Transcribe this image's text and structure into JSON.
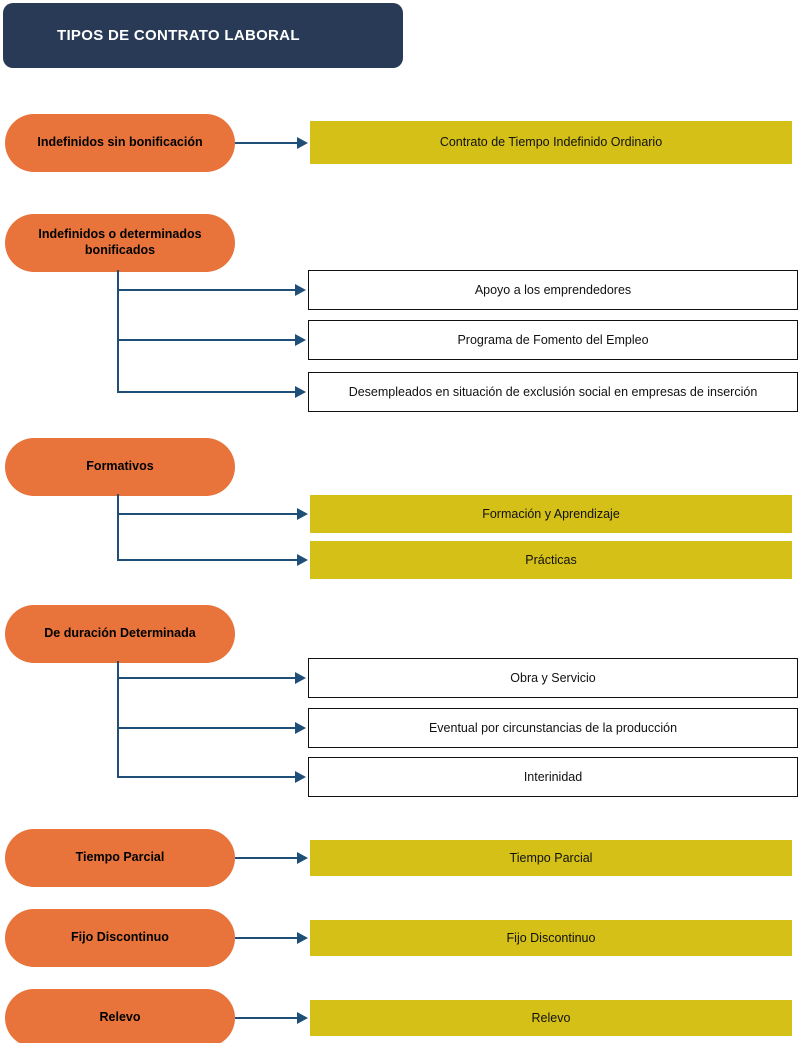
{
  "title": {
    "text": "TIPOS DE CONTRATO LABORAL"
  },
  "colors": {
    "title_background": "#293a56",
    "title_text": "#ffffff",
    "pill_background": "#e8743b",
    "pill_text": "#000000",
    "bar_yellow": "#d4c017",
    "bar_white": "#ffffff",
    "box_border": "#111111",
    "connector": "#1f4e79",
    "page_background": "#ffffff"
  },
  "groups": [
    {
      "category": "Indefinidos sin bonificación",
      "items": [
        {
          "label": "Contrato de Tiempo Indefinido Ordinario",
          "style": "yellow"
        }
      ]
    },
    {
      "category": "Indefinidos o determinados bonificados",
      "items": [
        {
          "label": "Apoyo a los emprendedores",
          "style": "white"
        },
        {
          "label": "Programa de Fomento del Empleo",
          "style": "white"
        },
        {
          "label": "Desempleados en situación de exclusión social en empresas de inserción",
          "style": "white"
        }
      ]
    },
    {
      "category": "Formativos",
      "items": [
        {
          "label": "Formación y Aprendizaje",
          "style": "yellow"
        },
        {
          "label": "Prácticas",
          "style": "yellow"
        }
      ]
    },
    {
      "category": "De duración Determinada",
      "items": [
        {
          "label": "Obra y Servicio",
          "style": "white"
        },
        {
          "label": "Eventual por circunstancias de la producción",
          "style": "white"
        },
        {
          "label": "Interinidad",
          "style": "white"
        }
      ]
    },
    {
      "category": "Tiempo Parcial",
      "items": [
        {
          "label": "Tiempo Parcial",
          "style": "yellow"
        }
      ]
    },
    {
      "category": "Fijo Discontinuo",
      "items": [
        {
          "label": "Fijo Discontinuo",
          "style": "yellow"
        }
      ]
    },
    {
      "category": "Relevo",
      "items": [
        {
          "label": "Relevo",
          "style": "yellow"
        }
      ]
    }
  ]
}
